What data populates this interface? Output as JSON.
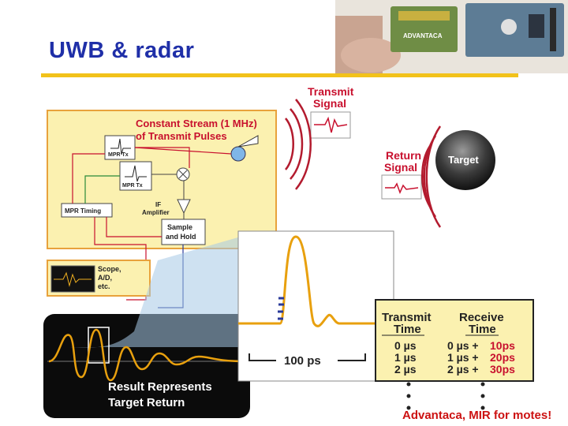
{
  "slide": {
    "title": "UWB & radar",
    "credit": "Advantaca, MIR for motes!"
  },
  "photo": {
    "chip_label": "ADVANTACA"
  },
  "diagram": {
    "transmit_signal": [
      "Transmit",
      "Signal"
    ],
    "return_signal": [
      "Return",
      "Signal"
    ],
    "target": "Target",
    "constant_stream": [
      "Constant Stream (1 MHz)",
      "of Transmit Pulses"
    ],
    "mpr_tx_top": "MPR Tx",
    "mpr_tx": "MPR Tx",
    "mpr_timing": "MPR  Timing",
    "if_amplifier": [
      "IF",
      "Amplifier"
    ],
    "sample_hold": [
      "Sample",
      "and Hold"
    ],
    "scope": [
      "Scope,",
      "A/D,",
      "etc."
    ],
    "result": [
      "Result Represents",
      "Target Return"
    ],
    "time_scale": "100 ps",
    "table": {
      "col1_header": [
        "Transmit",
        "Time"
      ],
      "col2_header": [
        "Receive",
        "Time"
      ],
      "col1": [
        "0 µs",
        "1 µs",
        "2 µs"
      ],
      "col2_base": [
        "0 µs +",
        "1 µs +",
        "2 µs +"
      ],
      "col2_offset": [
        "10ps",
        "20ps",
        "30ps"
      ]
    }
  },
  "colors": {
    "title": "#1f2fa8",
    "rule": "#f2c21a",
    "panel_fill": "#fbf1b0",
    "panel_border": "#e8a23c",
    "heading_red": "#c8102e",
    "wave_orange": "#e8a00e",
    "credit_red": "#cc1111"
  }
}
